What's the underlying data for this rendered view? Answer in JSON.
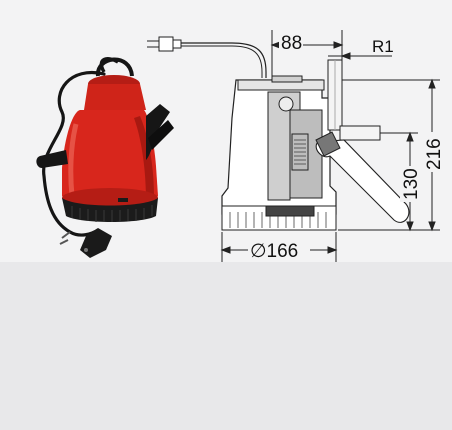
{
  "figure": {
    "dimensions": {
      "width_top": "88",
      "r1_label": "R1",
      "height_total": "216",
      "height_inlet": "130",
      "diameter": "∅166"
    }
  },
  "colors": {
    "background": "#f1f1f2",
    "panel": "#e6e6e8",
    "pump_red": "#d8261c",
    "pump_dark_red": "#8e140f",
    "pump_black": "#1b1b1b",
    "drawing_line": "#222222"
  }
}
